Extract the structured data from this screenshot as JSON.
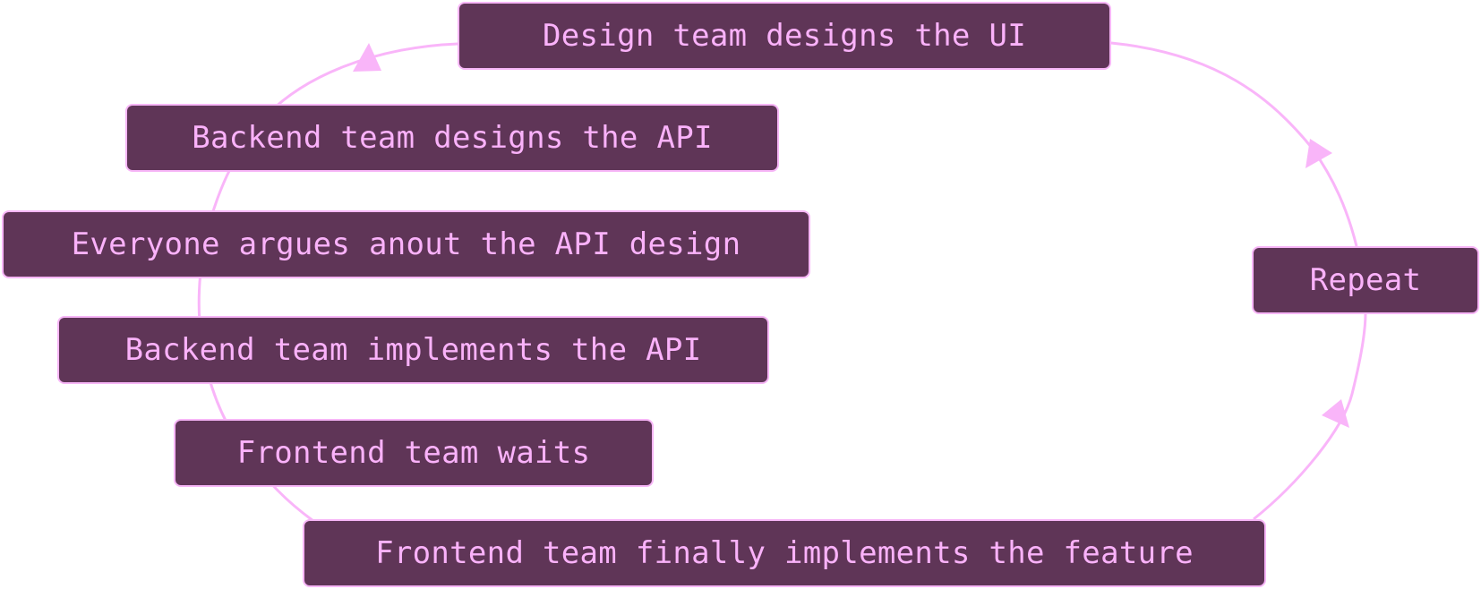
{
  "diagram": {
    "type": "cycle",
    "colors": {
      "box_fill": "#5f3557",
      "box_border": "#f7b6f7",
      "text": "#fab2fa",
      "arrow": "#f9b5f9",
      "background": "#ffffff"
    },
    "steps": [
      {
        "id": "design-ui",
        "label": "Design team designs the UI"
      },
      {
        "id": "backend-design",
        "label": "Backend team designs the API"
      },
      {
        "id": "argue",
        "label": "Everyone argues anout the API design"
      },
      {
        "id": "backend-impl",
        "label": "Backend team implements the API"
      },
      {
        "id": "frontend-wait",
        "label": "Frontend team waits"
      },
      {
        "id": "frontend-impl",
        "label": "Frontend team finally implements the feature"
      },
      {
        "id": "repeat",
        "label": "Repeat"
      }
    ]
  }
}
